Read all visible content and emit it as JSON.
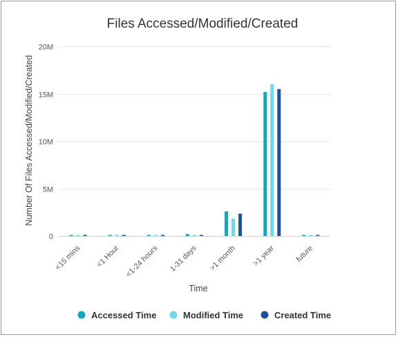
{
  "chart_data": {
    "type": "bar",
    "title": "Files Accessed/Modified/Created",
    "xlabel": "Time",
    "ylabel": "Number Of Files Accessed/Modified/Created",
    "categories": [
      "<15 mins",
      "<1 Hour",
      "<1-24 hours",
      "1-31 days",
      ">1 month",
      ">1 year",
      "future"
    ],
    "ylim": [
      0,
      20000000
    ],
    "yticks": [
      {
        "value": 0,
        "label": "0"
      },
      {
        "value": 5000000,
        "label": "5M"
      },
      {
        "value": 10000000,
        "label": "10M"
      },
      {
        "value": 15000000,
        "label": "15M"
      },
      {
        "value": 20000000,
        "label": "20M"
      }
    ],
    "series": [
      {
        "name": "Accessed Time",
        "color": "#0fa8bf",
        "values": [
          10000,
          10000,
          10000,
          200000,
          2600000,
          15200000,
          10000
        ]
      },
      {
        "name": "Modified Time",
        "color": "#6cd9ea",
        "values": [
          10000,
          10000,
          10000,
          10000,
          1850000,
          16000000,
          10000
        ]
      },
      {
        "name": "Created Time",
        "color": "#1f4fa0",
        "values": [
          10000,
          10000,
          10000,
          10000,
          2350000,
          15500000,
          10000
        ]
      }
    ],
    "grid": true,
    "legend_position": "bottom"
  }
}
